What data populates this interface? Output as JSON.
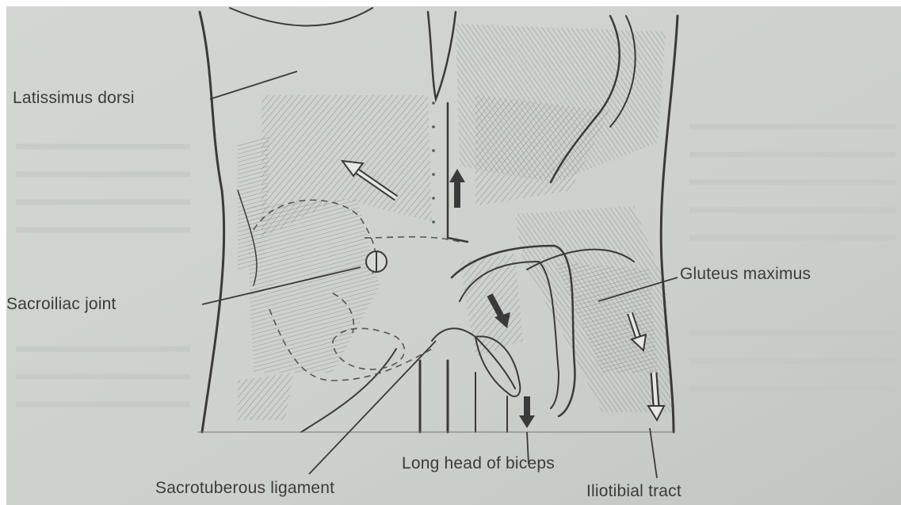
{
  "labels": {
    "latissimus": "Latissimus dorsi",
    "sacroiliac": "Sacroiliac joint",
    "gluteus": "Gluteus maximus",
    "biceps": "Long head of biceps",
    "sacrotuberous": "Sacrotuberous ligament",
    "iliotibial": "Iliotibial tract"
  },
  "colors": {
    "paper": "#cfd3cf",
    "ink": "#3b3b3b",
    "line": "#3a3a3a",
    "hatch": "#8c908c",
    "frame": "#ffffff"
  }
}
